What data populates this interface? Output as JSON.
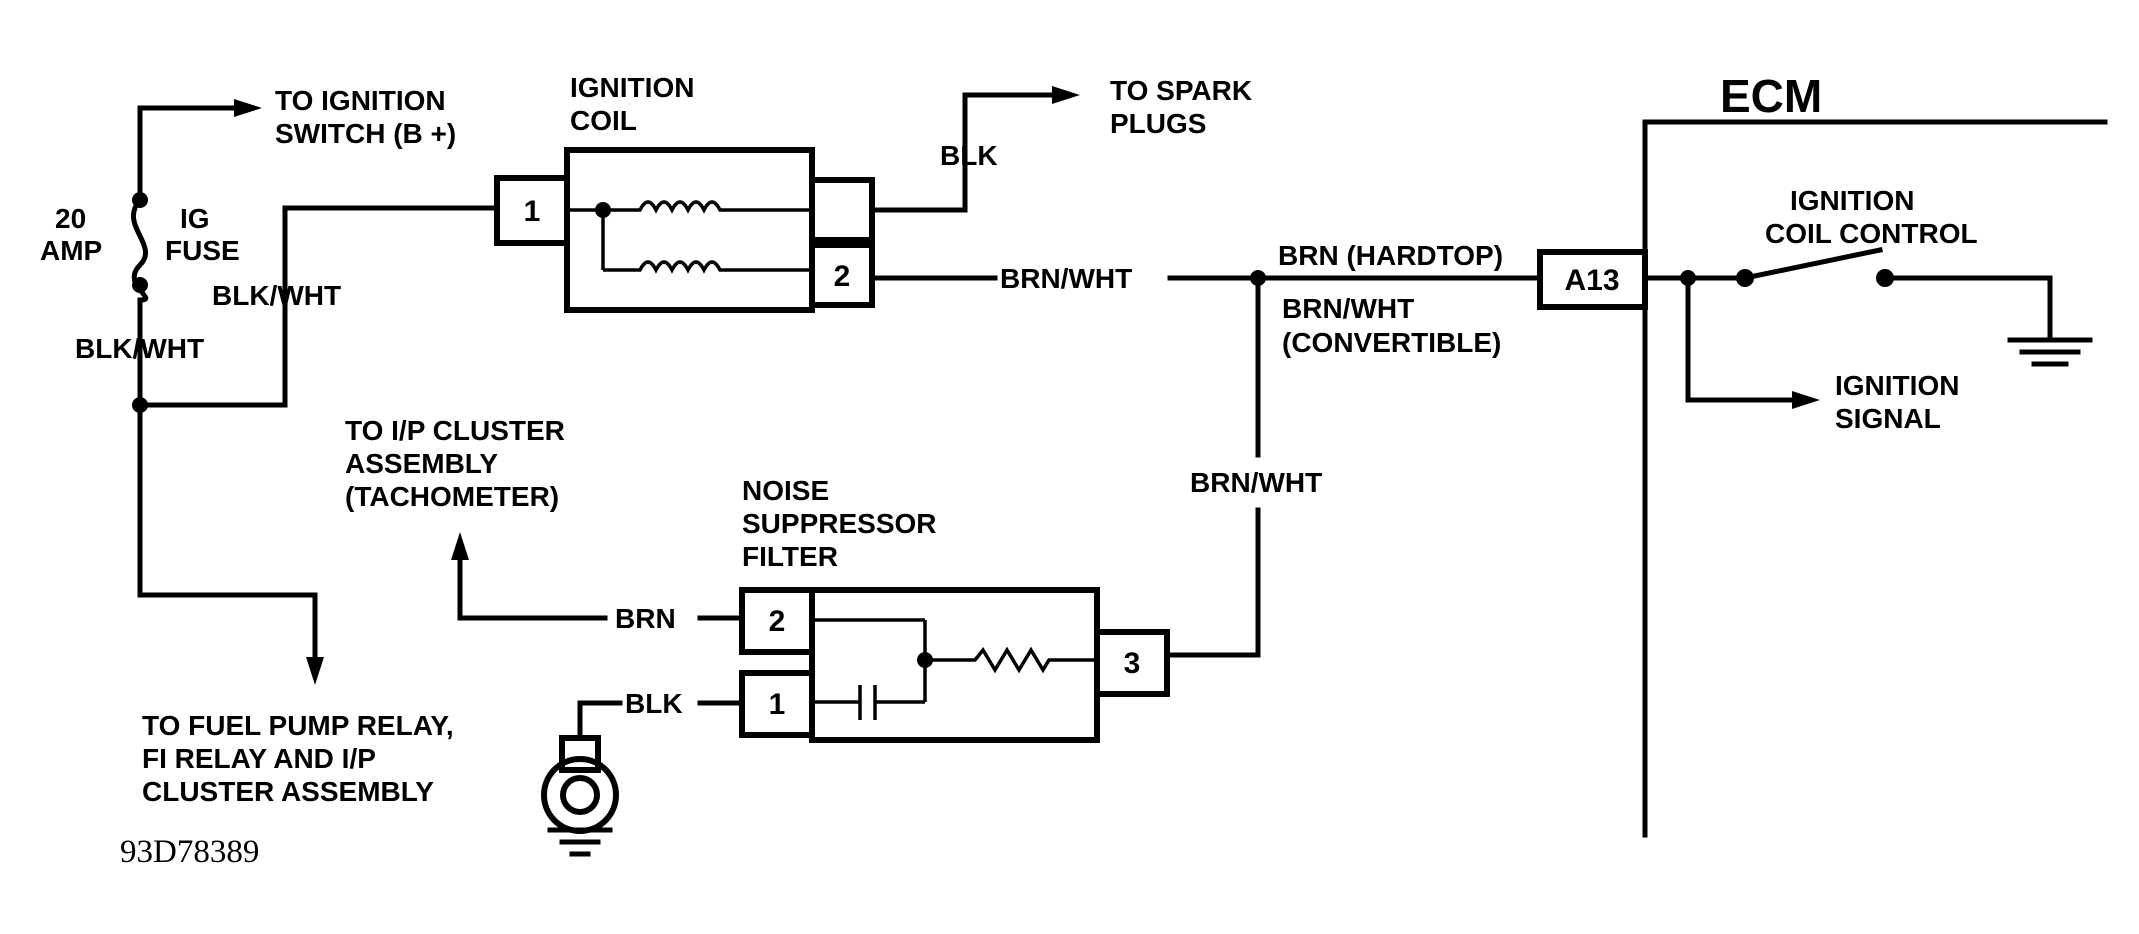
{
  "labels": {
    "to_ignition_switch": [
      "TO IGNITION",
      "SWITCH (B +)"
    ],
    "fuse_rating": [
      "20",
      "AMP"
    ],
    "fuse_name": [
      "IG",
      "FUSE"
    ],
    "ignition_coil": [
      "IGNITION",
      "COIL"
    ],
    "to_spark_plugs": [
      "TO SPARK",
      "PLUGS"
    ],
    "wire_blk_top": "BLK",
    "wire_blk_wht_right": "BLK/WHT",
    "wire_blk_wht_left": "BLK/WHT",
    "wire_brn_wht_coil": "BRN/WHT",
    "wire_brn_hardtop": "BRN (HARDTOP)",
    "wire_brn_wht_convertible": [
      "BRN/WHT",
      "(CONVERTIBLE)"
    ],
    "wire_brn_wht_vertical": "BRN/WHT",
    "ecm": "ECM",
    "ignition_coil_control": [
      "IGNITION",
      "COIL CONTROL"
    ],
    "ignition_signal": [
      "IGNITION",
      "SIGNAL"
    ],
    "to_ip_cluster": [
      "TO I/P CLUSTER",
      "ASSEMBLY",
      "(TACHOMETER)"
    ],
    "noise_filter": [
      "NOISE",
      "SUPPRESSOR",
      "FILTER"
    ],
    "wire_brn": "BRN",
    "wire_blk_filter": "BLK",
    "to_fuel_pump": [
      "TO FUEL PUMP RELAY,",
      "FI RELAY AND I/P",
      "CLUSTER ASSEMBLY"
    ],
    "figure_ref": "93D78389"
  },
  "pins": {
    "coil_pin1": "1",
    "coil_pin2": "2",
    "ecm_pin": "A13",
    "filter_pin2": "2",
    "filter_pin1": "1",
    "filter_pin3": "3"
  }
}
